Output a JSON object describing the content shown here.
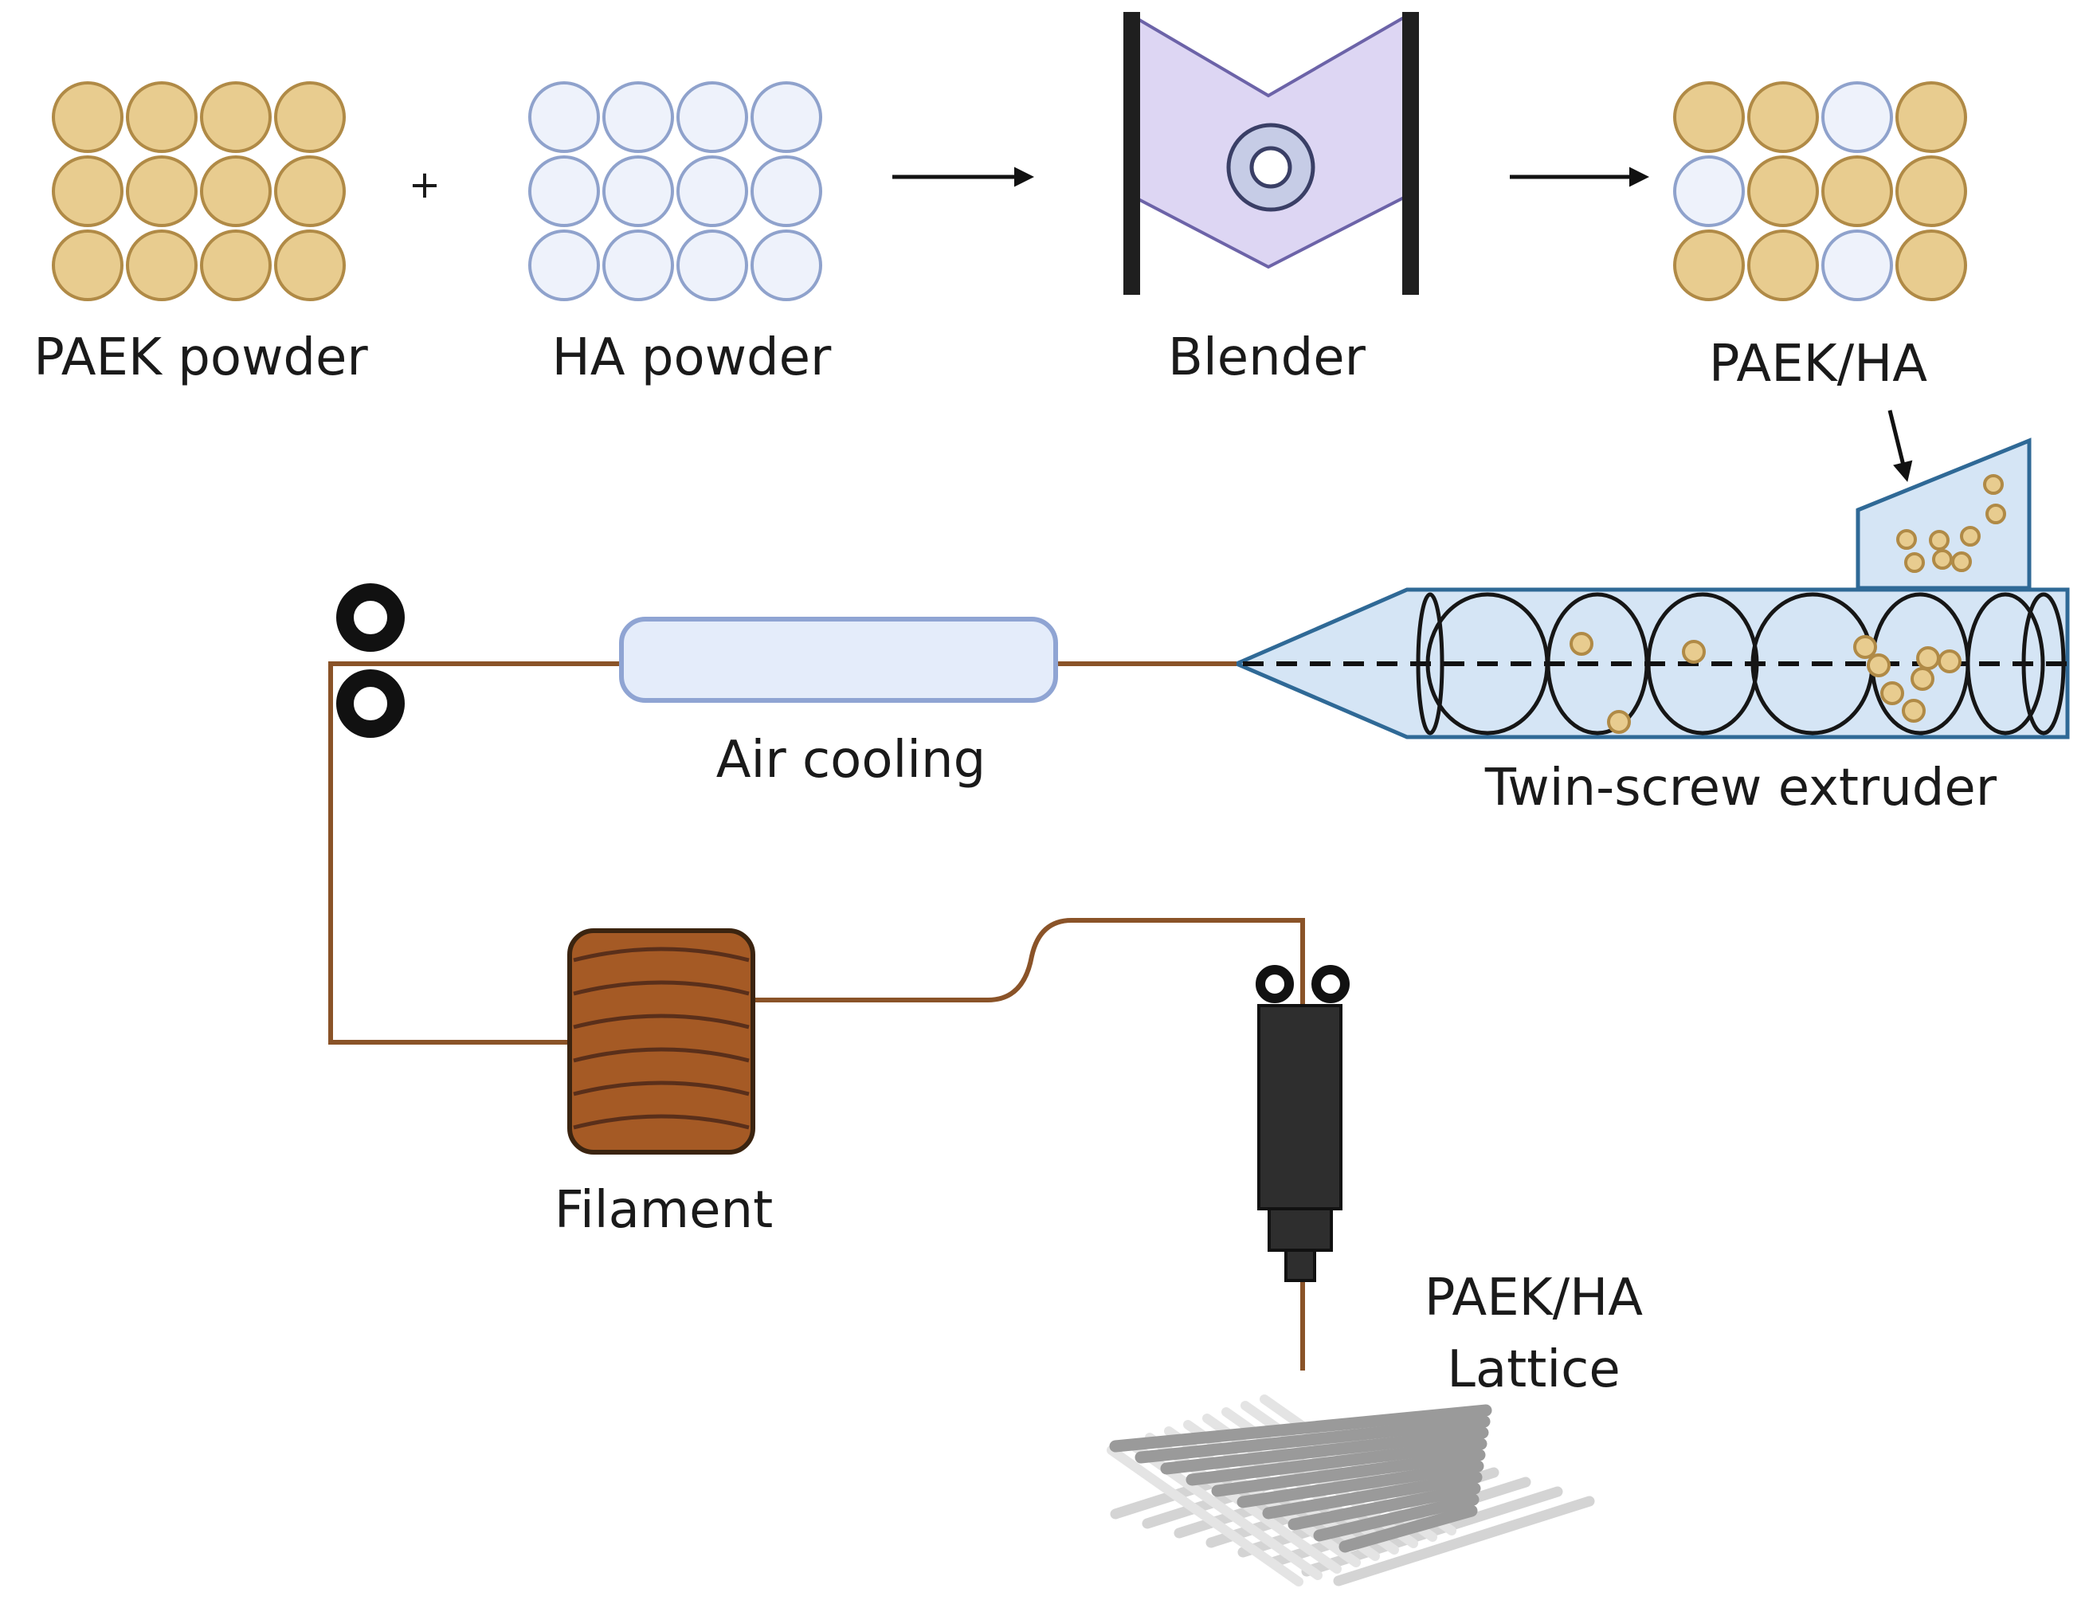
{
  "labels": {
    "paek_powder": "PAEK powder",
    "plus": "+",
    "ha_powder": "HA powder",
    "blender": "Blender",
    "paek_ha": "PAEK/HA",
    "air_cooling": "Air cooling",
    "twin_screw_extruder": "Twin-screw extruder",
    "filament": "Filament",
    "lattice_line1": "PAEK/HA",
    "lattice_line2": "Lattice"
  },
  "colors": {
    "paek_fill": "#e8cc8f",
    "paek_stroke": "#b08a46",
    "ha_fill": "#eef2fb",
    "ha_stroke": "#8fa2cc",
    "blender_fill": "#ddd6f3",
    "blender_stroke": "#6c63a8",
    "extruder_fill": "#d5e5f5",
    "extruder_stroke": "#2f6996",
    "filament_brown": "#8a5328",
    "spool_fill": "#a55a25",
    "spool_stroke": "#3b2410",
    "nozzle_dark": "#2e2e2e",
    "roller": "#111111",
    "lattice_light": "#d4d4d4",
    "lattice_dark": "#9a9a9a"
  },
  "mixture_grid": [
    [
      "paek",
      "paek",
      "ha",
      "paek"
    ],
    [
      "ha",
      "paek",
      "paek",
      "paek"
    ],
    [
      "paek",
      "paek",
      "ha",
      "paek"
    ]
  ]
}
